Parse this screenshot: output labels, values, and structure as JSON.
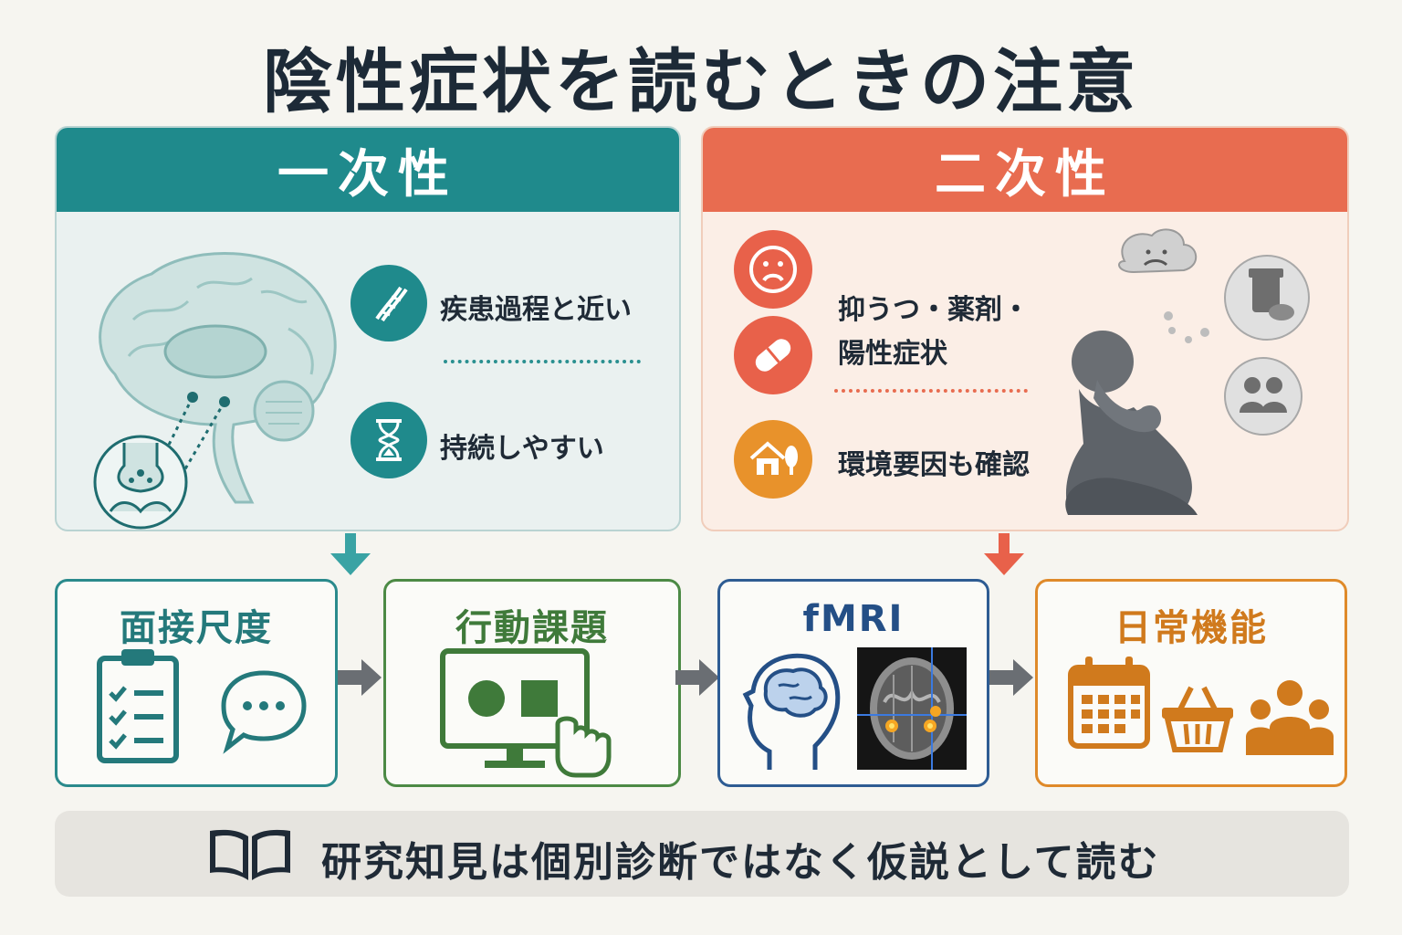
{
  "title": "陰性症状を読むときの注意",
  "primary": {
    "heading": "一次性",
    "items": [
      {
        "icon": "dna-icon",
        "label": "疾患過程と近い"
      },
      {
        "icon": "hourglass-icon",
        "label": "持続しやすい"
      }
    ],
    "colors": {
      "accent": "#1f8a8c",
      "background": "#eaf1f0"
    }
  },
  "secondary": {
    "heading": "二次性",
    "items": [
      {
        "icon": "sad-face-icon",
        "label_line1": "抑うつ・薬剤・",
        "label_line2": "陽性症状"
      },
      {
        "icon": "house-tree-icon",
        "label": "環境要因も確認"
      }
    ],
    "colors": {
      "accent": "#e86c50",
      "background": "#fbeee6"
    }
  },
  "measures": [
    {
      "title": "面接尺度",
      "icons": [
        "clipboard-checklist-icon",
        "speech-bubble-icon"
      ],
      "color": "#2a8a8c"
    },
    {
      "title": "行動課題",
      "icons": [
        "monitor-touch-icon"
      ],
      "color": "#4c8a45"
    },
    {
      "title": "fMRI",
      "icons": [
        "head-brain-icon",
        "brain-scan-icon"
      ],
      "color": "#2e5c93"
    },
    {
      "title": "日常機能",
      "icons": [
        "calendar-icon",
        "basket-icon",
        "people-icon"
      ],
      "color": "#df8a2a"
    }
  ],
  "footer": {
    "icon": "open-book-icon",
    "text": "研究知見は個別診断ではなく仮説として読む"
  }
}
